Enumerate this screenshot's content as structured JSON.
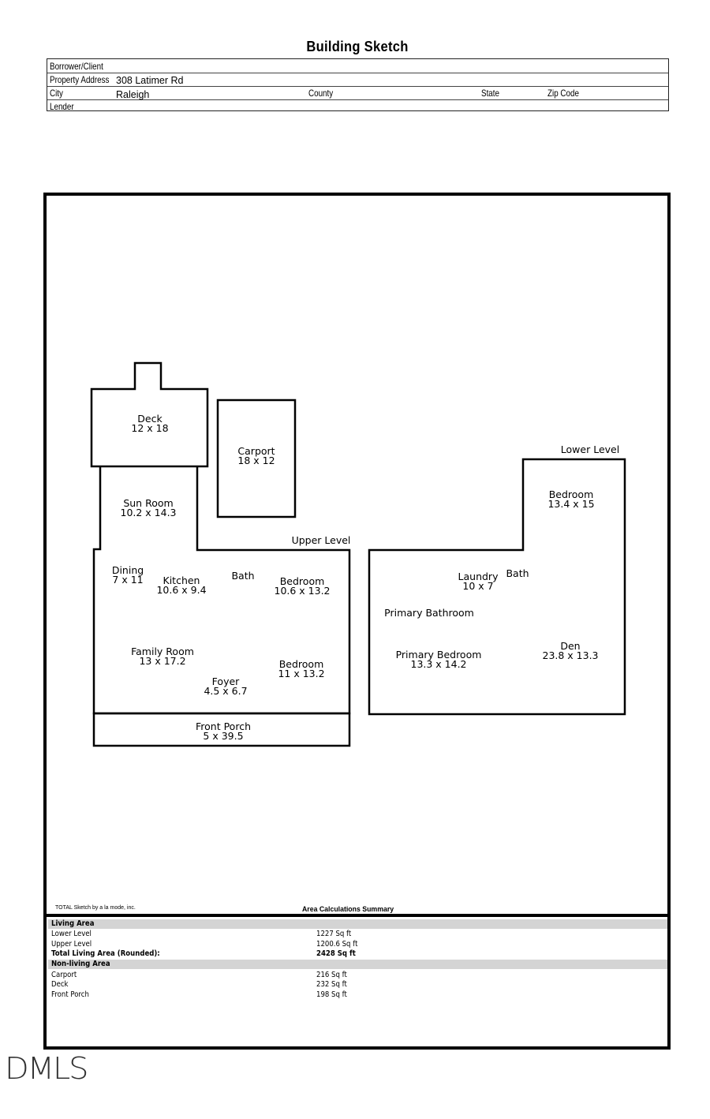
{
  "document": {
    "title": "Building Sketch"
  },
  "header": {
    "borrower_label": "Borrower/Client",
    "borrower_value": "",
    "address_label": "Property Address",
    "address_value": "308 Latimer Rd",
    "city_label": "City",
    "city_value": "Raleigh",
    "county_label": "County",
    "county_value": "",
    "state_label": "State",
    "state_value": "",
    "zip_label": "Zip Code",
    "zip_value": "",
    "lender_label": "Lender",
    "lender_value": ""
  },
  "sketch": {
    "upper_level_label": "Upper Level",
    "lower_level_label": "Lower Level",
    "rooms": [
      {
        "name": "Deck",
        "dims": "12 x 18"
      },
      {
        "name": "Carport",
        "dims": "18 x 12"
      },
      {
        "name": "Sun Room",
        "dims": "10.2 x 14.3"
      },
      {
        "name": "Dining",
        "dims": "7 x 11"
      },
      {
        "name": "Kitchen",
        "dims": "10.6 x 9.4"
      },
      {
        "name": "Bath",
        "dims": ""
      },
      {
        "name": "Bedroom",
        "dims": "10.6 x 13.2"
      },
      {
        "name": "Family Room",
        "dims": "13 x 17.2"
      },
      {
        "name": "Foyer",
        "dims": "4.5 x 6.7"
      },
      {
        "name": "Bedroom",
        "dims": "11 x 13.2"
      },
      {
        "name": "Front Porch",
        "dims": "5 x 39.5"
      },
      {
        "name": "Bedroom",
        "dims": "13.4 x 15"
      },
      {
        "name": "Laundry",
        "dims": "10 x 7"
      },
      {
        "name": "Bath",
        "dims": ""
      },
      {
        "name": "Primary Bathroom",
        "dims": ""
      },
      {
        "name": "Primary Bedroom",
        "dims": "13.3 x 14.2"
      },
      {
        "name": "Den",
        "dims": "23.8 x 13.3"
      }
    ]
  },
  "footer": {
    "credit": "TOTAL Sketch by a la mode, inc.",
    "summary_title": "Area Calculations Summary"
  },
  "area_summary": {
    "living_header": "Living Area",
    "living_rows": [
      {
        "label": "Lower Level",
        "value": "1227 Sq ft"
      },
      {
        "label": "Upper Level",
        "value": "1200.6 Sq ft"
      }
    ],
    "total_label": "Total Living Area (Rounded):",
    "total_value": "2428 Sq ft",
    "nonliving_header": "Non-living Area",
    "nonliving_rows": [
      {
        "label": "Carport",
        "value": "216 Sq ft"
      },
      {
        "label": "Deck",
        "value": "232 Sq ft"
      },
      {
        "label": "Front Porch",
        "value": "198 Sq ft"
      }
    ]
  },
  "watermark": {
    "text": "DMLS"
  }
}
